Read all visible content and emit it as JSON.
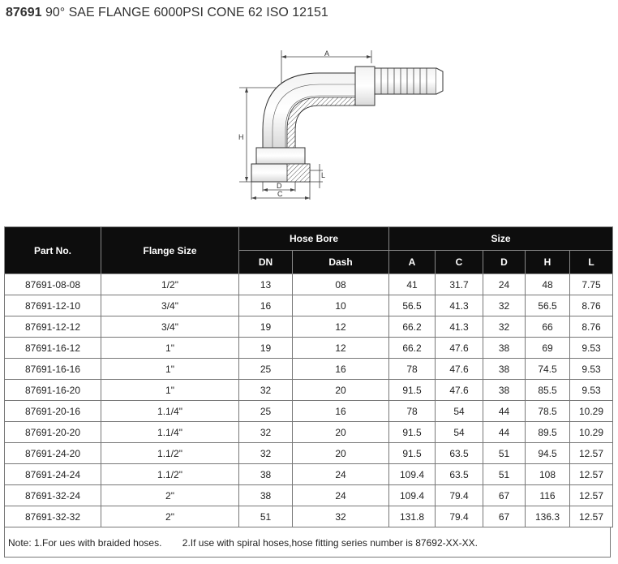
{
  "title": {
    "code": "87691",
    "text": "90° SAE FLANGE 6000PSI CONE 62 ISO 12151"
  },
  "drawing": {
    "labels": {
      "A": "A",
      "H": "H",
      "D": "D",
      "C": "C",
      "L": "L"
    }
  },
  "table": {
    "group_headers": {
      "part_no": "Part No.",
      "flange_size": "Flange Size",
      "hose_bore": "Hose Bore",
      "size": "Size"
    },
    "sub_headers": [
      "DN",
      "Dash",
      "A",
      "C",
      "D",
      "H",
      "L"
    ],
    "rows": [
      [
        "87691-08-08",
        "1/2\"",
        "13",
        "08",
        "41",
        "31.7",
        "24",
        "48",
        "7.75"
      ],
      [
        "87691-12-10",
        "3/4\"",
        "16",
        "10",
        "56.5",
        "41.3",
        "32",
        "56.5",
        "8.76"
      ],
      [
        "87691-12-12",
        "3/4\"",
        "19",
        "12",
        "66.2",
        "41.3",
        "32",
        "66",
        "8.76"
      ],
      [
        "87691-16-12",
        "1\"",
        "19",
        "12",
        "66.2",
        "47.6",
        "38",
        "69",
        "9.53"
      ],
      [
        "87691-16-16",
        "1\"",
        "25",
        "16",
        "78",
        "47.6",
        "38",
        "74.5",
        "9.53"
      ],
      [
        "87691-16-20",
        "1\"",
        "32",
        "20",
        "91.5",
        "47.6",
        "38",
        "85.5",
        "9.53"
      ],
      [
        "87691-20-16",
        "1.1/4\"",
        "25",
        "16",
        "78",
        "54",
        "44",
        "78.5",
        "10.29"
      ],
      [
        "87691-20-20",
        "1.1/4\"",
        "32",
        "20",
        "91.5",
        "54",
        "44",
        "89.5",
        "10.29"
      ],
      [
        "87691-24-20",
        "1.1/2\"",
        "32",
        "20",
        "91.5",
        "63.5",
        "51",
        "94.5",
        "12.57"
      ],
      [
        "87691-24-24",
        "1.1/2\"",
        "38",
        "24",
        "109.4",
        "63.5",
        "51",
        "108",
        "12.57"
      ],
      [
        "87691-32-24",
        "2\"",
        "38",
        "24",
        "109.4",
        "79.4",
        "67",
        "116",
        "12.57"
      ],
      [
        "87691-32-32",
        "2\"",
        "51",
        "32",
        "131.8",
        "79.4",
        "67",
        "136.3",
        "12.57"
      ]
    ]
  },
  "note": {
    "part1": "Note: 1.For ues with braided hoses.",
    "part2": "2.If use with spiral hoses,hose fitting series number is 87692-XX-XX."
  }
}
